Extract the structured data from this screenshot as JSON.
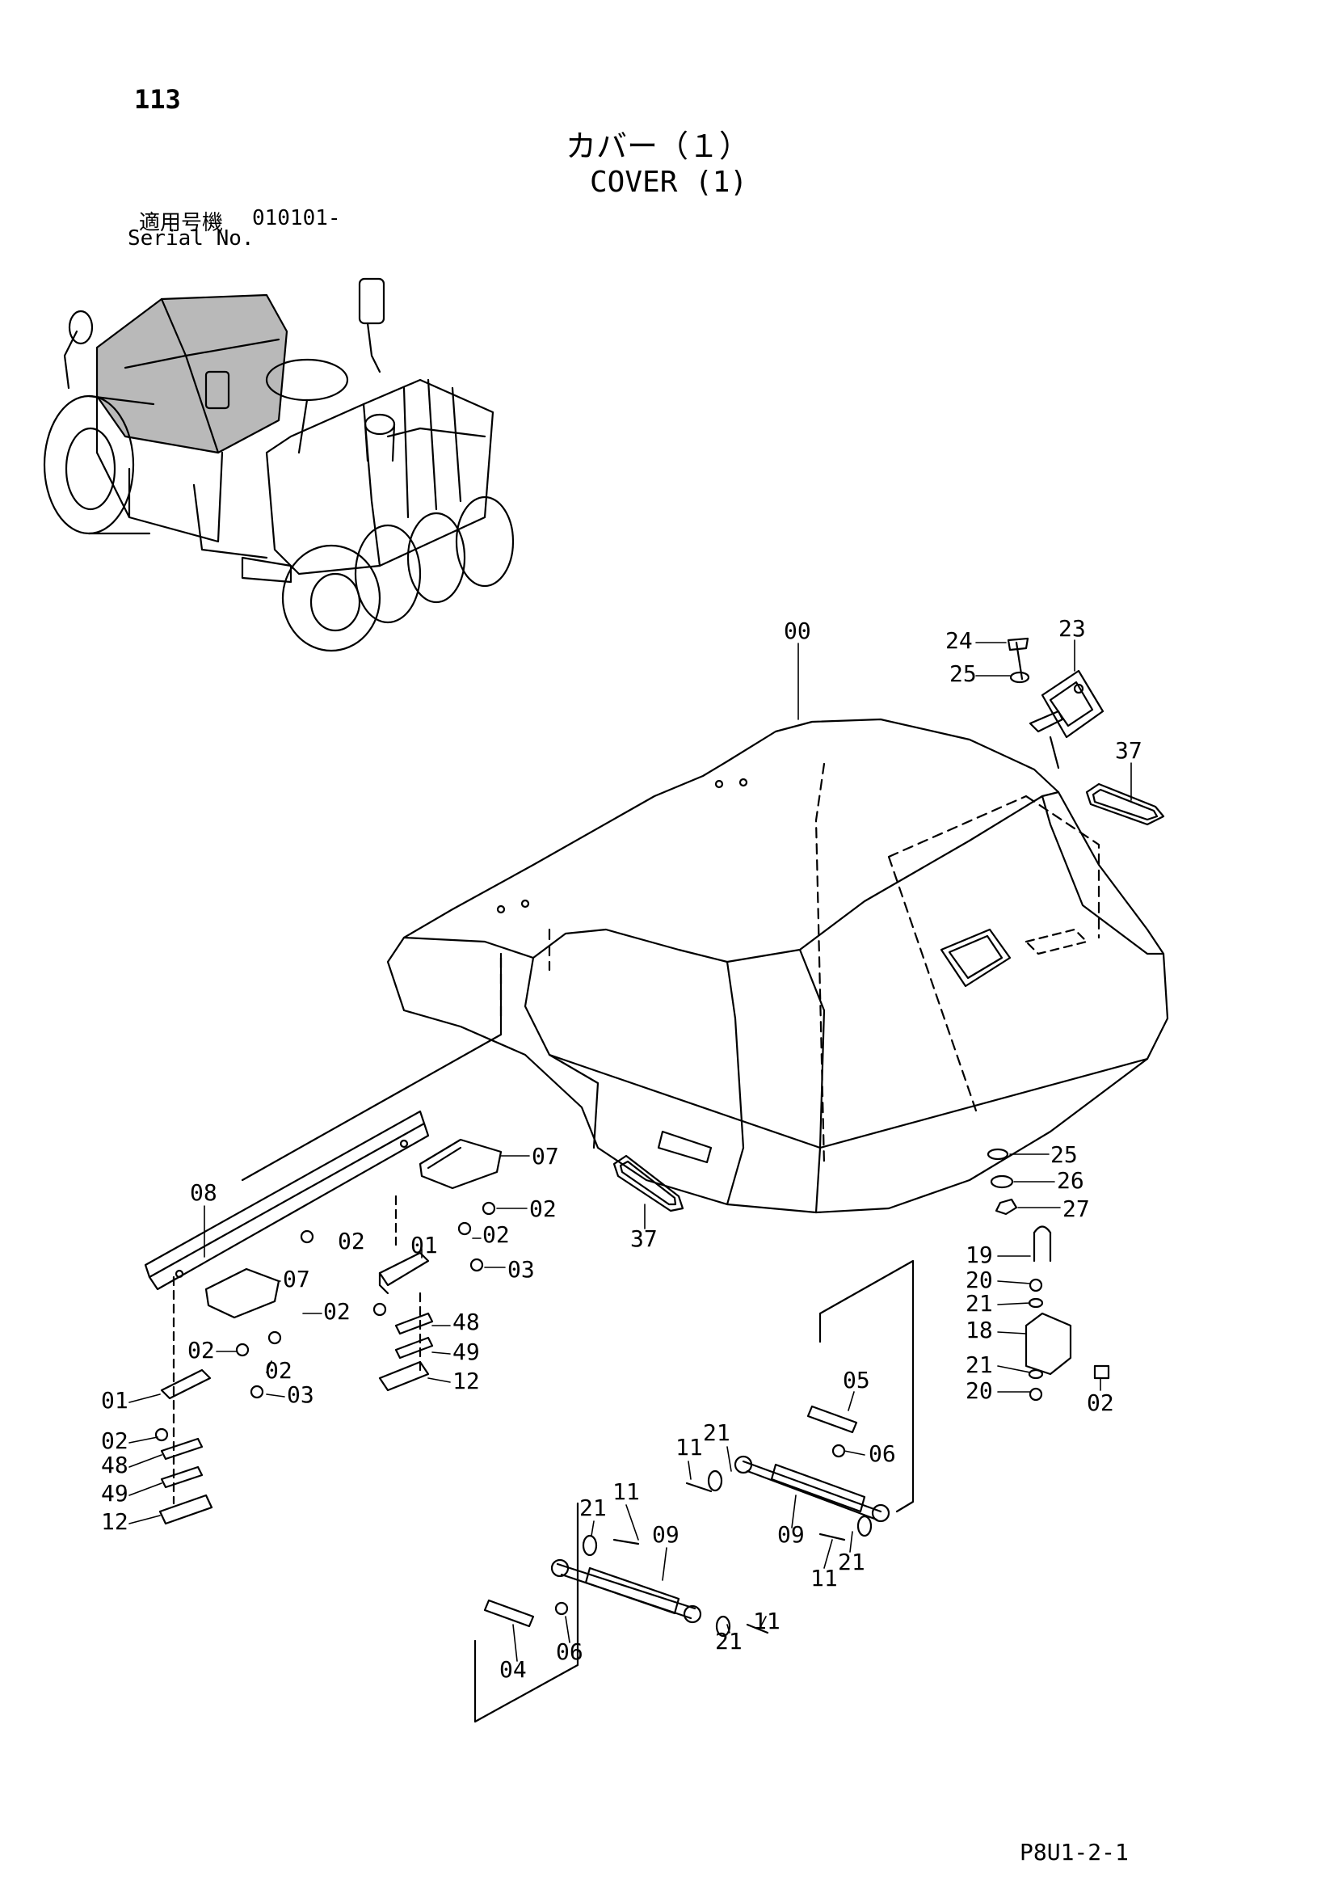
{
  "page": {
    "number": "113",
    "title_jp": "カバー（１）",
    "title_en": "COVER (1)",
    "serial_label_jp": "適用号機",
    "serial_value": "010101-",
    "serial_label_en": "Serial No.",
    "doc_code": "P8U1-2-1"
  },
  "callouts": [
    {
      "id": "c-00",
      "text": "00"
    },
    {
      "id": "c-24",
      "text": "24"
    },
    {
      "id": "c-23",
      "text": "23"
    },
    {
      "id": "c-25a",
      "text": "25"
    },
    {
      "id": "c-37a",
      "text": "37"
    },
    {
      "id": "c-25b",
      "text": "25"
    },
    {
      "id": "c-26",
      "text": "26"
    },
    {
      "id": "c-27",
      "text": "27"
    },
    {
      "id": "c-37b",
      "text": "37"
    },
    {
      "id": "c-19",
      "text": "19"
    },
    {
      "id": "c-20a",
      "text": "20"
    },
    {
      "id": "c-21a",
      "text": "21"
    },
    {
      "id": "c-18",
      "text": "18"
    },
    {
      "id": "c-21b",
      "text": "21"
    },
    {
      "id": "c-20b",
      "text": "20"
    },
    {
      "id": "c-02a",
      "text": "02"
    },
    {
      "id": "c-08",
      "text": "08"
    },
    {
      "id": "c-07a",
      "text": "07"
    },
    {
      "id": "c-02b",
      "text": "02"
    },
    {
      "id": "c-02c",
      "text": "02"
    },
    {
      "id": "c-02d",
      "text": "02"
    },
    {
      "id": "c-01a",
      "text": "01"
    },
    {
      "id": "c-03a",
      "text": "03"
    },
    {
      "id": "c-07b",
      "text": "07"
    },
    {
      "id": "c-02e",
      "text": "02"
    },
    {
      "id": "c-48a",
      "text": "48"
    },
    {
      "id": "c-49a",
      "text": "49"
    },
    {
      "id": "c-12a",
      "text": "12"
    },
    {
      "id": "c-02f",
      "text": "02"
    },
    {
      "id": "c-02g",
      "text": "02"
    },
    {
      "id": "c-01b",
      "text": "01"
    },
    {
      "id": "c-03b",
      "text": "03"
    },
    {
      "id": "c-02h",
      "text": "02"
    },
    {
      "id": "c-48b",
      "text": "48"
    },
    {
      "id": "c-49b",
      "text": "49"
    },
    {
      "id": "c-12b",
      "text": "12"
    },
    {
      "id": "c-05",
      "text": "05"
    },
    {
      "id": "c-21c",
      "text": "21"
    },
    {
      "id": "c-11a",
      "text": "11"
    },
    {
      "id": "c-06a",
      "text": "06"
    },
    {
      "id": "c-09a",
      "text": "09"
    },
    {
      "id": "c-11b",
      "text": "11"
    },
    {
      "id": "c-21d",
      "text": "21"
    },
    {
      "id": "c-21e",
      "text": "21"
    },
    {
      "id": "c-11c",
      "text": "11"
    },
    {
      "id": "c-09b",
      "text": "09"
    },
    {
      "id": "c-21f",
      "text": "21"
    },
    {
      "id": "c-11d",
      "text": "11"
    },
    {
      "id": "c-04",
      "text": "04"
    },
    {
      "id": "c-06b",
      "text": "06"
    }
  ]
}
